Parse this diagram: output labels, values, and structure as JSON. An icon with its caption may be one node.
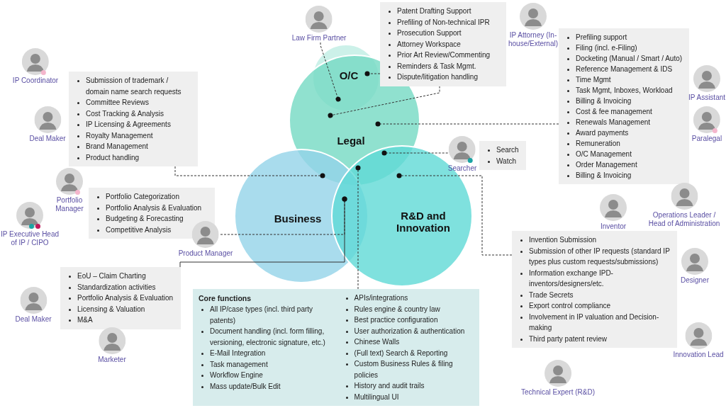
{
  "diagram": {
    "nodes": [
      {
        "text": [
          "Law Firm Partner"
        ]
      },
      {
        "text": [
          "Patent Drafting Support",
          "Prefiling of Non-technical IPR",
          "Prosecution Support",
          "Attorney Workspace",
          "Prior Art Review/Commenting",
          "Reminders & Task Mgmt.",
          "Dispute/litigation handling"
        ]
      },
      {
        "text": [
          "IP Attorney (In-house/External)"
        ]
      },
      {
        "text": [
          "O/C"
        ]
      },
      {
        "text": [
          "IP Coordinator"
        ]
      },
      {
        "text": [
          "Submission of trademark / domain name search requests",
          "Committee Reviews",
          "Cost Tracking & Analysis",
          "IP Licensing & Agreements",
          "Royalty Management",
          "Brand Management",
          "Product handling"
        ]
      },
      {
        "text": [
          "Prefiling support",
          "Filing (incl. e-Filing)",
          "Docketing (Manual / Smart / Auto)",
          "Reference Management & IDS",
          "Time Mgmt",
          "Task Mgmt, Inboxes, Workload",
          "Billing & Invoicing",
          "Cost & fee management",
          "Renewals Management",
          "Award payments",
          "Remuneration",
          "O/C Management",
          "Order Management",
          "Billing & Invoicing"
        ]
      },
      {
        "text": [
          "IP Assistant"
        ]
      },
      {
        "text": [
          "Legal"
        ]
      },
      {
        "text": [
          "Deal Maker"
        ]
      },
      {
        "text": [
          "Paralegal"
        ]
      },
      {
        "text": [
          "Searcher"
        ]
      },
      {
        "text": [
          "Search",
          "Watch"
        ]
      },
      {
        "text": [
          "Operations Leader / Head of Administration"
        ]
      },
      {
        "text": [
          "Portfolio Manager"
        ]
      },
      {
        "text": [
          "Portfolio Categorization",
          "Portfolio Analysis & Evaluation",
          "Budgeting & Forecasting",
          "Competitive Analysis"
        ]
      },
      {
        "text": [
          "IP Executive Head of IP / CIPO"
        ]
      },
      {
        "text": [
          "Business"
        ]
      },
      {
        "text": [
          "R&D and Innovation"
        ]
      },
      {
        "text": [
          "Product Manager"
        ]
      },
      {
        "text": [
          "Inventor"
        ]
      },
      {
        "text": [
          "Invention Submission",
          "Submission of other IP requests (standard IP types plus custom requests/submissions)",
          "Information exchange IPD-inventors/designers/etc.",
          "Trade Secrets",
          "Export control compliance",
          "Involvement in IP valuation and Decision-making",
          "Third party patent review"
        ]
      },
      {
        "text": [
          "Designer"
        ]
      },
      {
        "text": [
          "EoU – Claim Charting",
          "Standardization activities",
          "Portfolio Analysis & Evaluation",
          "Licensing & Valuation",
          "M&A"
        ]
      },
      {
        "text": [
          "Deal Maker"
        ]
      },
      {
        "text": [
          "Marketer"
        ]
      },
      {
        "text": [
          "Innovation Lead"
        ]
      },
      {
        "text": [
          "Core functions",
          "All IP/case types (incl. third party patents)",
          "Document handling (incl. form filling, versioning, electronic signature, etc.)",
          "E-Mail Integration",
          "Task management",
          "Workflow Engine",
          "Mass update/Bulk Edit",
          "APIs/integrations",
          "Rules engine & country law",
          "Best practice configuration",
          "User authorization & authentication",
          "Chinese Walls",
          "(Full text) Search & Reporting",
          "Custom Business Rules & filing policies",
          "History and audit trails",
          "Multilingual UI"
        ]
      },
      {
        "text": [
          "Technical Expert (R&D)"
        ]
      }
    ],
    "edges": [
      {
        "from": 0,
        "to": 3,
        "arrow": "other",
        "style": "dashed"
      },
      {
        "from": 1,
        "to": 3,
        "arrow": "other",
        "style": "dashed"
      },
      {
        "from": 1,
        "to": 8,
        "arrow": "other",
        "style": "dashed"
      },
      {
        "from": 6,
        "to": 8,
        "arrow": "other",
        "style": "dashed"
      },
      {
        "from": 11,
        "to": 8,
        "arrow": "other",
        "style": "dashed"
      },
      {
        "from": 5,
        "to": 17,
        "arrow": "other",
        "style": "dashed"
      },
      {
        "from": 19,
        "to": 17,
        "arrow": "other",
        "style": "dashed"
      },
      {
        "from": 23,
        "to": 17,
        "arrow": "other"
      },
      {
        "from": 27,
        "to": 8,
        "arrow": "other",
        "style": "dashed"
      },
      {
        "from": 21,
        "to": 18,
        "arrow": "other",
        "style": "dashed"
      }
    ]
  }
}
